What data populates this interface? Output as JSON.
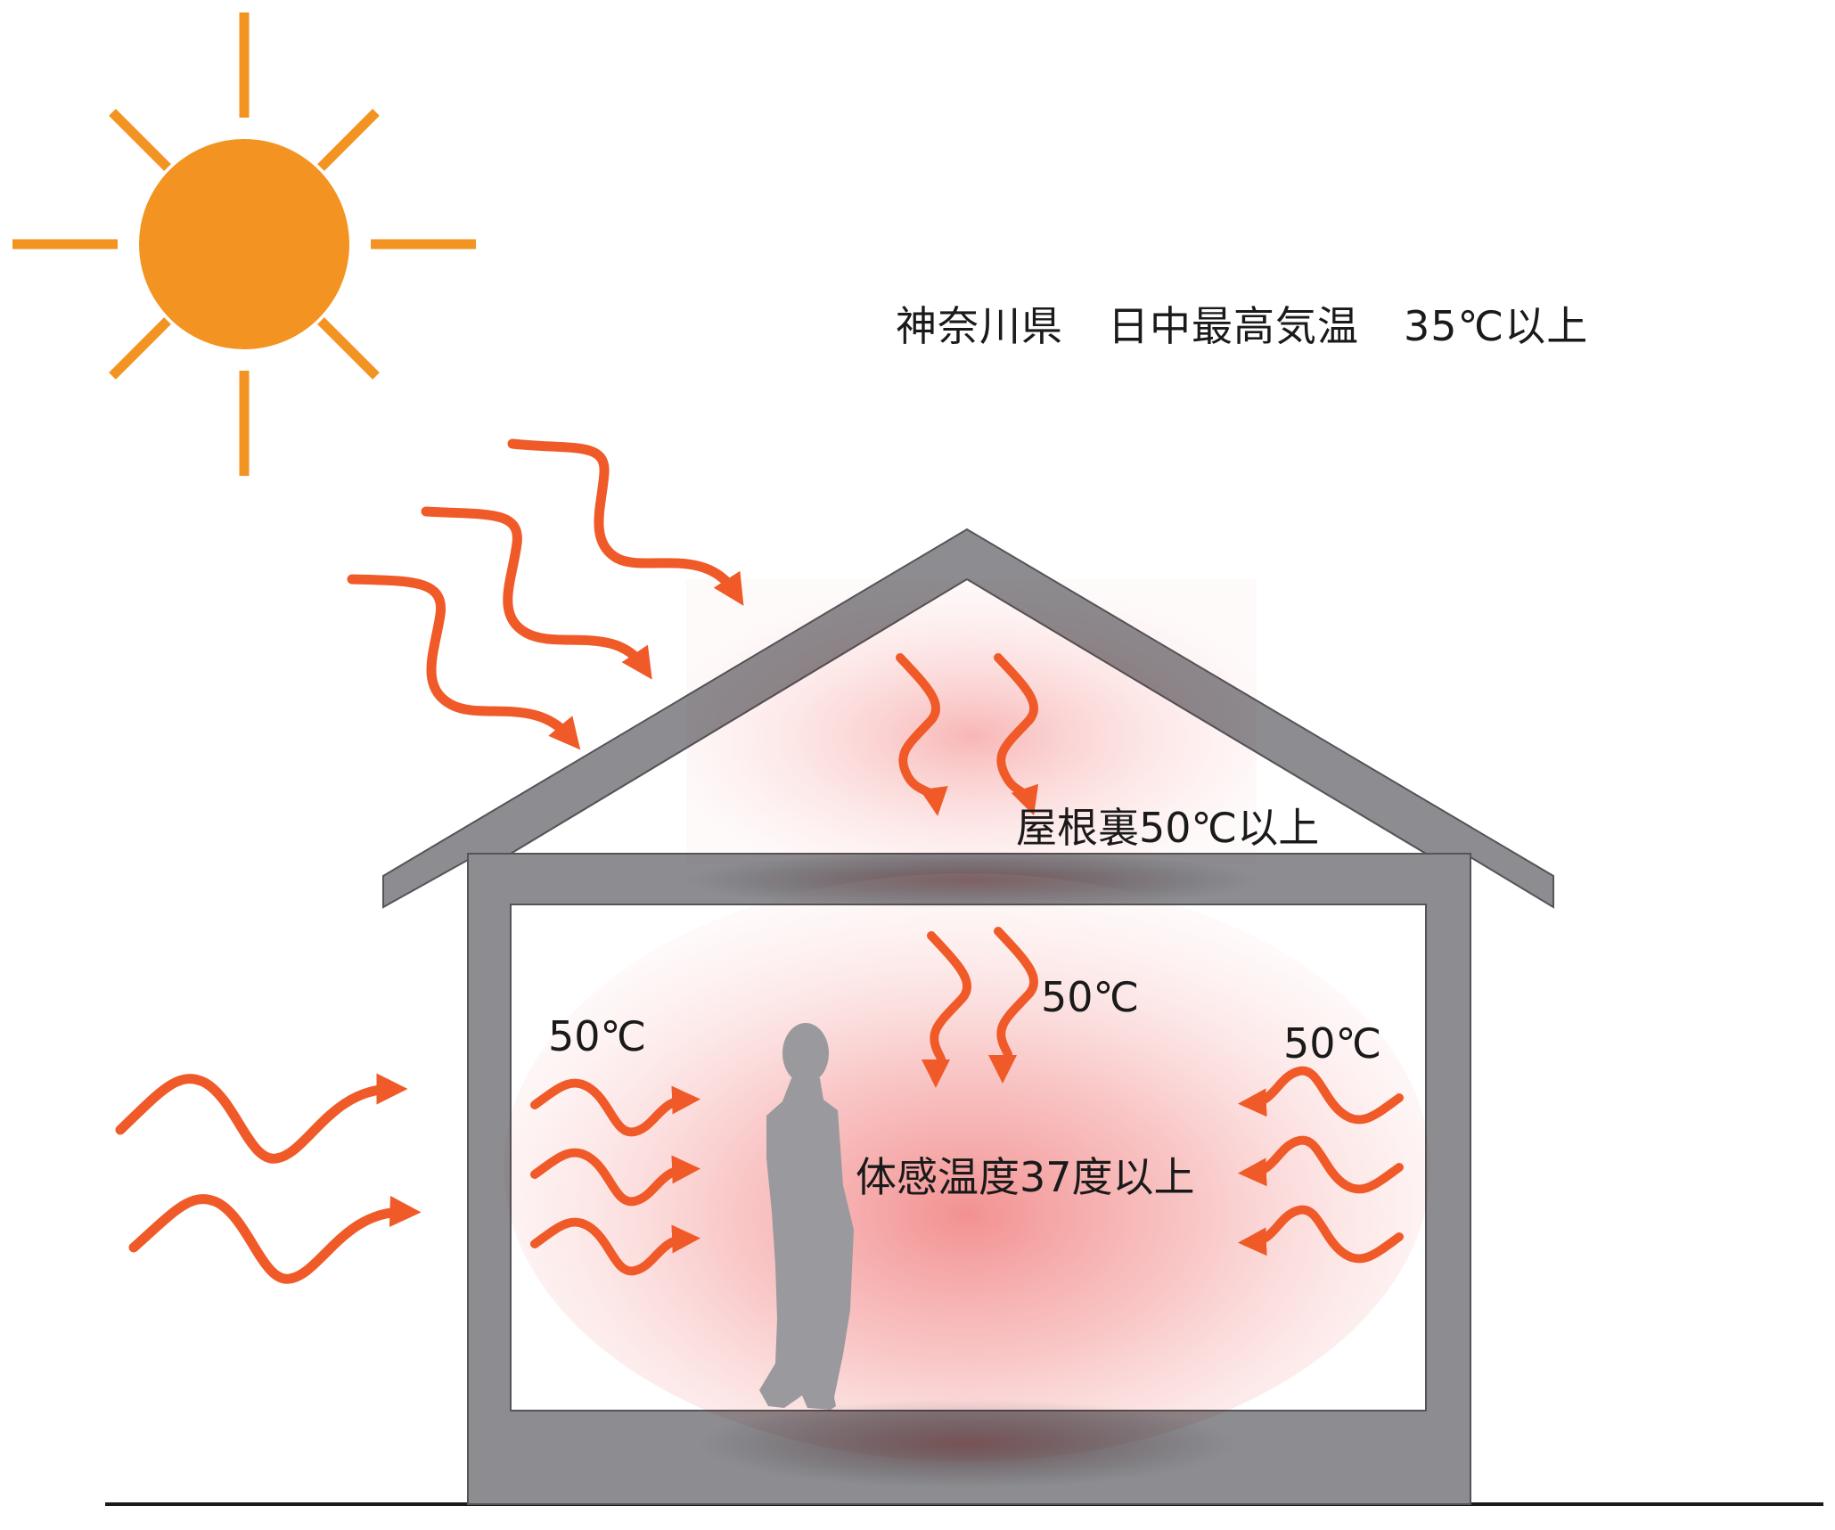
{
  "title": {
    "prefecture": "神奈川県",
    "metric": "日中最高気温",
    "value": "35℃以上"
  },
  "labels": {
    "attic": "屋根裏50℃以上",
    "ceiling_temp": "50℃",
    "left_wall_temp": "50℃",
    "right_wall_temp": "50℃",
    "felt_temp": "体感温度37度以上"
  },
  "colors": {
    "sun": "#f39321",
    "heat_arrow": "#f05a28",
    "house": "#8d8d91",
    "heat_glow": "#f26d6d",
    "figure": "#9a9a9e",
    "ground": "#1a1a1a"
  },
  "icons": {
    "sun": "sun-icon",
    "person": "person-silhouette-icon",
    "arrow": "wavy-heat-arrow-icon"
  }
}
